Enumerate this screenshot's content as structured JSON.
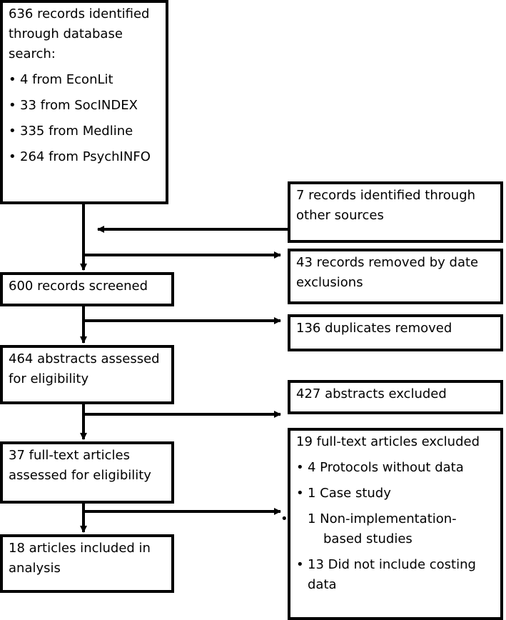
{
  "search": {
    "title": "636 records identified through database search:",
    "items": [
      "4 from EconLit",
      "33 from SocINDEX",
      "335 from Medline",
      "264 from PsychINFO"
    ]
  },
  "other_sources": {
    "text": "7 records identified through other sources"
  },
  "date_excluded": {
    "text": "43 records removed by date exclusions"
  },
  "screened": {
    "text": "600 records screened"
  },
  "duplicates": {
    "text": "136 duplicates removed"
  },
  "abstracts": {
    "text": "464 abstracts assessed for eligibility"
  },
  "abstracts_excluded": {
    "text": "427 abstracts excluded"
  },
  "fulltext": {
    "text": "37 full-text articles assessed for eligibility"
  },
  "fulltext_excluded": {
    "title": "19 full-text articles excluded",
    "items": [
      "4 Protocols without data",
      "1 Case study",
      "1 Non-implementation-based studies",
      "13 Did not include costing data"
    ]
  },
  "included": {
    "text": "18 articles included in analysis"
  }
}
